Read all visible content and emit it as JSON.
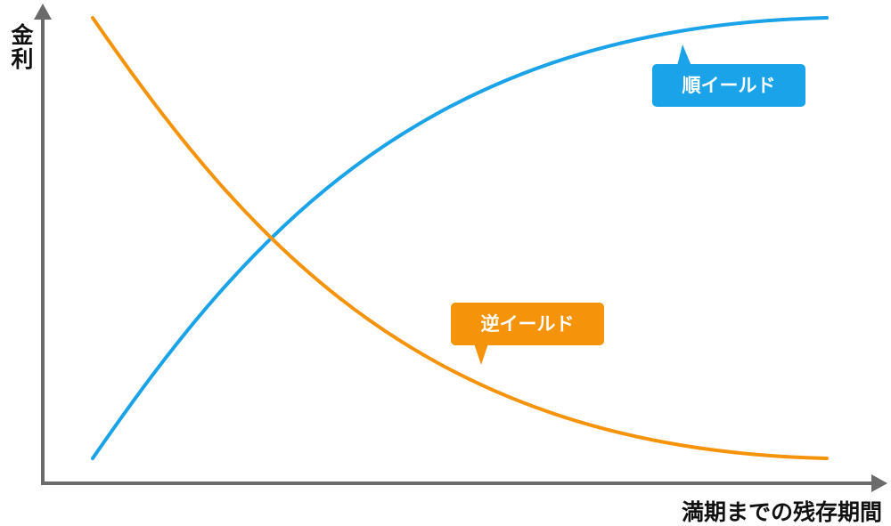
{
  "axes": {
    "y_label": "金利",
    "x_label": "満期までの残存期間",
    "color": "#6b6b6b"
  },
  "curves": {
    "normal": {
      "label": "順イールド",
      "color": "#1aa3e8"
    },
    "inverted": {
      "label": "逆イールド",
      "color": "#f5930a"
    }
  }
}
